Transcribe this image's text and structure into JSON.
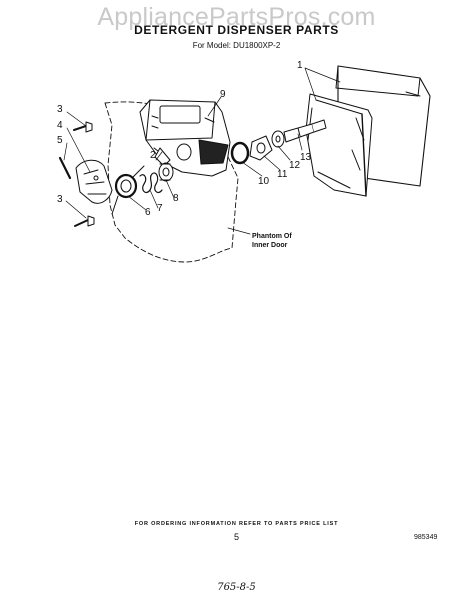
{
  "watermark": "AppliancePartsPros.com",
  "title": "DETERGENT DISPENSER PARTS",
  "subtitle": "For Model: DU1800XP-2",
  "callouts": [
    "1",
    "2",
    "3",
    "4",
    "5",
    "3",
    "6",
    "7",
    "8",
    "9",
    "10",
    "11",
    "12",
    "13"
  ],
  "phantom_note": [
    "Phantom Of",
    "Inner Door"
  ],
  "footer": {
    "ordering_note": "FOR ORDERING INFORMATION REFER TO PARTS PRICE LIST",
    "page_number": "5",
    "doc_number": "985349",
    "handwritten": "765-8-5"
  }
}
